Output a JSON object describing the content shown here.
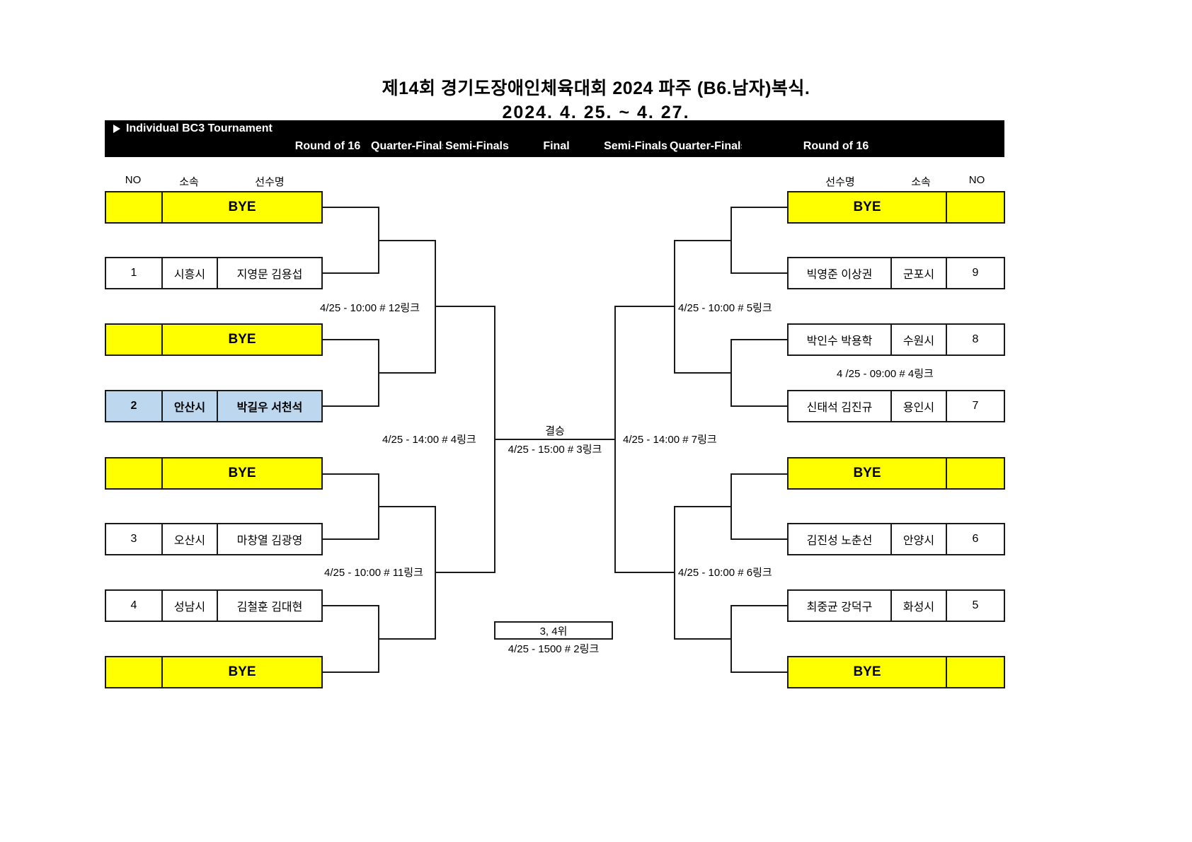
{
  "title": {
    "line1": "제14회 경기도장애인체육대회 2024 파주 (B6.남자)복식.",
    "line2": "2024. 4. 25. ~ 4. 27."
  },
  "header": {
    "tournament_label": "Individual BC3 Tournament",
    "rounds": [
      {
        "label": "Round of 16"
      },
      {
        "label": "Quarter-Finals"
      },
      {
        "label": "Semi-Finals"
      },
      {
        "label": "Final"
      },
      {
        "label": "Semi-Finals"
      },
      {
        "label": "Quarter-Finals"
      },
      {
        "label": "Round of 16"
      }
    ]
  },
  "columns": {
    "left": {
      "no": "NO",
      "org": "소속",
      "name": "선수명"
    },
    "right": {
      "name": "선수명",
      "org": "소속",
      "no": "NO"
    }
  },
  "bye_label": "BYE",
  "left_slots": [
    {
      "no": "",
      "org": "",
      "name": "BYE",
      "bye": true,
      "highlight": false
    },
    {
      "no": "1",
      "org": "시흥시",
      "name": "지영문 김용섭",
      "bye": false,
      "highlight": false
    },
    {
      "no": "",
      "org": "",
      "name": "BYE",
      "bye": true,
      "highlight": false
    },
    {
      "no": "2",
      "org": "안산시",
      "name": "박길우 서천석",
      "bye": false,
      "highlight": true
    },
    {
      "no": "",
      "org": "",
      "name": "BYE",
      "bye": true,
      "highlight": false
    },
    {
      "no": "3",
      "org": "오산시",
      "name": "마창열 김광영",
      "bye": false,
      "highlight": false
    },
    {
      "no": "4",
      "org": "성남시",
      "name": "김철훈 김대현",
      "bye": false,
      "highlight": false
    },
    {
      "no": "",
      "org": "",
      "name": "BYE",
      "bye": true,
      "highlight": false
    }
  ],
  "right_slots": [
    {
      "no": "",
      "org": "",
      "name": "BYE",
      "bye": true,
      "highlight": false
    },
    {
      "no": "9",
      "org": "군포시",
      "name": "빅영준 이상권",
      "bye": false,
      "highlight": false
    },
    {
      "no": "8",
      "org": "수원시",
      "name": "박인수 박용학",
      "bye": false,
      "highlight": false
    },
    {
      "no": "7",
      "org": "용인시",
      "name": "신태석 김진규",
      "bye": false,
      "highlight": false
    },
    {
      "no": "",
      "org": "",
      "name": "BYE",
      "bye": true,
      "highlight": false
    },
    {
      "no": "6",
      "org": "안양시",
      "name": "김진성 노춘선",
      "bye": false,
      "highlight": false
    },
    {
      "no": "5",
      "org": "화성시",
      "name": "최중균 강덕구",
      "bye": false,
      "highlight": false
    },
    {
      "no": "",
      "org": "",
      "name": "BYE",
      "bye": true,
      "highlight": false
    }
  ],
  "match_labels": {
    "left_qf_top": "4/25 - 10:00 # 12링크",
    "left_qf_bottom": "4/25 - 10:00 # 11링크",
    "left_semi": "4/25 - 14:00 # 4링크",
    "right_qf_top": "4/25 - 10:00 # 5링크",
    "right_qf_extra": "4 /25 - 09:00 # 4링크",
    "right_qf_bottom": "4/25 - 10:00 # 6링크",
    "right_semi": "4/25 - 14:00 # 7링크"
  },
  "final": {
    "title": "결승",
    "time": "4/25 - 15:00 # 3링크"
  },
  "third_place": {
    "title": "3, 4위",
    "time": "4/25 - 1500 # 2링크"
  },
  "colors": {
    "bye_bg": "#ffff00",
    "highlight_bg": "#bdd7ee",
    "header_bg": "#000000",
    "line": "#1a1a1a"
  }
}
